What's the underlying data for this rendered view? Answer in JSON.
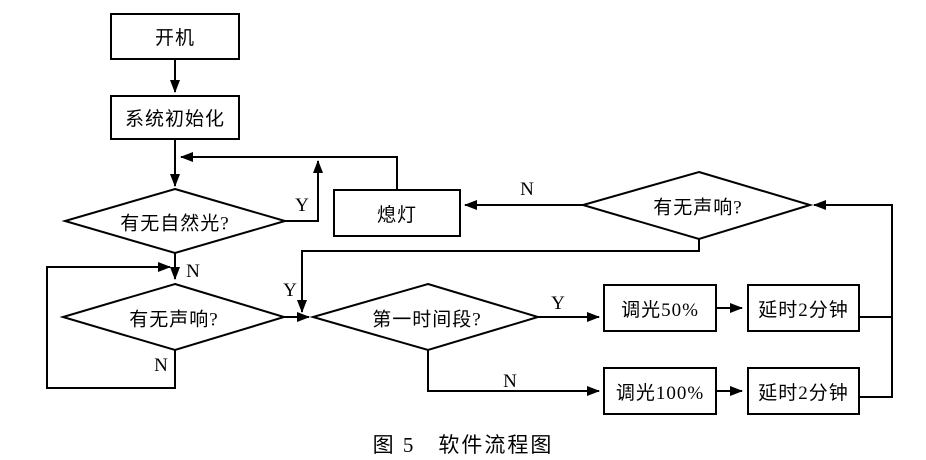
{
  "caption": "图 5　软件流程图",
  "nodes": {
    "start": "开机",
    "init": "系统初始化",
    "check_natural_light": "有无自然光?",
    "light_off": "熄灯",
    "check_sound_top": "有无声响?",
    "check_sound_left": "有无声响?",
    "check_time_period": "第一时间段?",
    "dim_50": "调光50%",
    "delay_2min_top": "延时2分钟",
    "dim_100": "调光100%",
    "delay_2min_bottom": "延时2分钟"
  },
  "edge_labels": {
    "natural_light_yes": "Y",
    "natural_light_no": "N",
    "sound_top_no": "N",
    "merge_yes": "Y",
    "sound_left_no": "N",
    "time_period_yes": "Y",
    "time_period_no": "N"
  },
  "colors": {
    "line": "#000000",
    "background": "#ffffff"
  }
}
